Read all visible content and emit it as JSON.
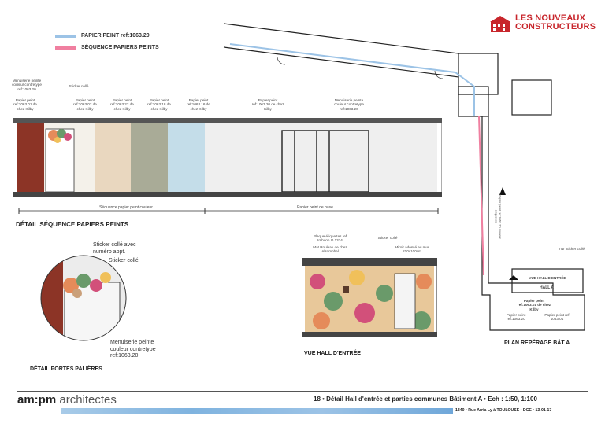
{
  "logo": {
    "line1": "LES NOUVEAUX",
    "line2": "CONSTRUCTEURS",
    "color": "#c8262c"
  },
  "legend": [
    {
      "label": "PAPIER PEINT ref:1063.20",
      "color": "#9cc3e6"
    },
    {
      "label": "SÉQUENCE PAPIERS PEINTS",
      "color": "#f07fa0"
    }
  ],
  "sequence": {
    "title": "DÉTAIL SÉQUENCE PAPIERS PEINTS",
    "panels": [
      {
        "label": "Menuiserie peinte couleur contretype ref:1063.20",
        "color": "#8c3426"
      },
      {
        "label": "Papier peint ref:1063.01 de chez Kilby",
        "color": "#8c3426"
      },
      {
        "label": "Sticker collé",
        "color": "#f4f1ea"
      },
      {
        "label": "Papier peint ref:1063.02 de chez Kilby",
        "color": "#f1e6d8"
      },
      {
        "label": "Papier peint ref:1063.22 de chez Kilby",
        "color": "#e9d7bf"
      },
      {
        "label": "Papier peint ref:1063.18 de chez Kilby",
        "color": "#a9ab97"
      },
      {
        "label": "Papier peint ref:1063.16 de chez Kilby",
        "color": "#c4dde9"
      },
      {
        "label": "Papier peint ref:1063.20 de chez Kilby",
        "color": "#ececec"
      },
      {
        "label": "Menuiserie peinte couleur contretype ref:1063.20",
        "color": "#e6e6e6"
      }
    ],
    "dim_color": "Séquence papier peint couleur",
    "dim_base": "Papier peint de base"
  },
  "porte": {
    "title": "DÉTAIL PORTES PALIÈRES",
    "callout1": "Sticker collé avec numéro appt.",
    "callout2": "Sticker collé",
    "callout3": "Menuiserie peinte couleur contretype ref:1063.20"
  },
  "hall": {
    "title": "VUE HALL D'ENTRÉE",
    "note1": "Plaque étiquettes ref Imbuon O 1334",
    "note2": "Mat Rouleau de chez Alsomobel",
    "note3": "Sticker collé",
    "note4": "Miroir adossé au mur 210x100cm"
  },
  "plan": {
    "title": "PLAN REPÉRAGE BÂT A",
    "hall_label": "HALL A",
    "vue_label": "VUE HALL D'ENTRÉE",
    "sticker": "mur sticker collé",
    "pp1": "Papier peint ref:1063.20",
    "pp2": "Papier peint ref:1063.01 de chez Kilby",
    "pp3": "Papier peint ref 1063.01",
    "corridor": "Papier peint ref:1063.20 couleur séquence"
  },
  "footer": {
    "firm_a": "am:pm",
    "firm_b": " architectes",
    "title": "18 • Détail Hall d'entrée et parties communes Bâtiment A • Ech : 1:50, 1:100",
    "sub": "1340 • Rue Arria Ly à TOULOUSE • DCE • 13-01-17"
  }
}
